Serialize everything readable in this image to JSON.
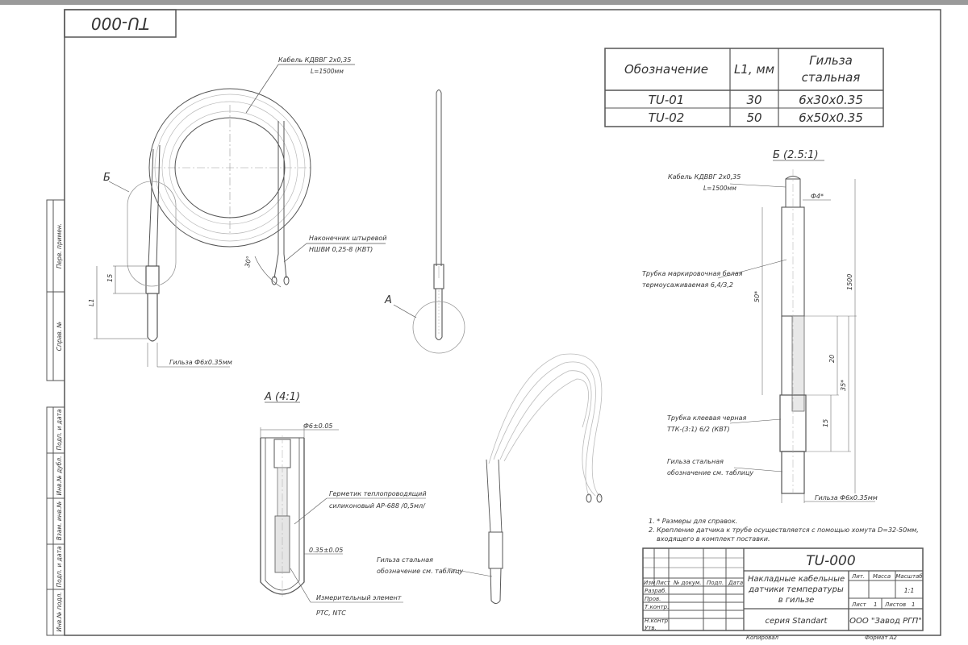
{
  "stamp_rotated": "TU-000",
  "spec_table": {
    "headers": [
      "Обозначение",
      "L1, мм",
      "Гильза",
      "стальная"
    ],
    "rows": [
      [
        "TU-01",
        "30",
        "6x30x0.35"
      ],
      [
        "TU-02",
        "50",
        "6x50x0.35"
      ]
    ]
  },
  "main_view": {
    "cable_label": "Кабель КДВВГ 2х0,35",
    "cable_length": "L=1500мм",
    "callout_b": "Б",
    "tip_label_1": "Наконечник штыревой",
    "tip_label_2": "НШВИ 0,25-8 (КВТ)",
    "angle": "30°",
    "dim_15": "15",
    "dim_l1": "L1",
    "sleeve_label": "Гильза Ф6х0.35мм"
  },
  "side_view": {
    "callout_a": "А"
  },
  "detail_b": {
    "title": "Б (2.5:1)",
    "cable_label": "Кабель КДВВГ 2х0,35",
    "cable_length": "L=1500мм",
    "diameter": "Ф4*",
    "tube_label_1": "Трубка маркировочная белая",
    "tube_label_2": "термоусаживаемая 6,4/3,2",
    "dim_1500": "1500",
    "dim_50": "50*",
    "dim_20": "20",
    "dim_35": "35*",
    "dim_15": "15",
    "glue_label_1": "Трубка клеевая черная",
    "glue_label_2": "ТТК-(3:1) 6/2 (КВТ)",
    "steel_label_1": "Гильза стальная",
    "steel_label_2": "обозначение см. таблицу",
    "sleeve_label": "Гильза Ф6х0.35мм"
  },
  "detail_a": {
    "title": "А (4:1)",
    "diameter": "Ф6±0.05",
    "sealant_1": "Герметик теплопроводящий",
    "sealant_2": "силиконовый АР-688  /0,5мл/",
    "wall": "0.35±0.05",
    "element_1": "Измерительный элемент",
    "element_2": "PTC, NTC"
  },
  "iso_view": {
    "sleeve_1": "Гильза стальная",
    "sleeve_2": "обозначение см. таблицу"
  },
  "notes": [
    "1. * Размеры для справок.",
    "2. Крепление датчика к трубе осуществляется с помощью хомута D=32-50мм,",
    "входящего в комплект поставки."
  ],
  "title_block": {
    "designation": "TU-000",
    "name_1": "Накладные кабельные",
    "name_2": "датчики температуры",
    "name_3": "в гильзе",
    "series": "серия Standart",
    "company": "ООО \"Завод РГП\"",
    "col_izm": "Изм",
    "col_list": "Лист",
    "col_doc": "№ докум.",
    "col_sign": "Подп.",
    "col_date": "Дата",
    "row_razrab": "Разраб.",
    "row_prov": "Пров.",
    "row_tkontr": "Т.контр.",
    "row_nkontr": "Н.контр.",
    "row_utv": "Утв.",
    "lit": "Лит.",
    "mass": "Масса",
    "scale": "Масштаб",
    "scale_val": "1:1",
    "sheet": "Лист",
    "sheet_val": "1",
    "sheets": "Листов",
    "sheets_val": "1",
    "copied": "Копировал",
    "format": "Формат А2"
  },
  "side_strip": [
    "Перв. примен.",
    "Справ. №",
    "Подп. и дата",
    "Инв.№ дубл.",
    "Взам. инв.№",
    "Подп. и дата",
    "Инв.№ подл."
  ]
}
